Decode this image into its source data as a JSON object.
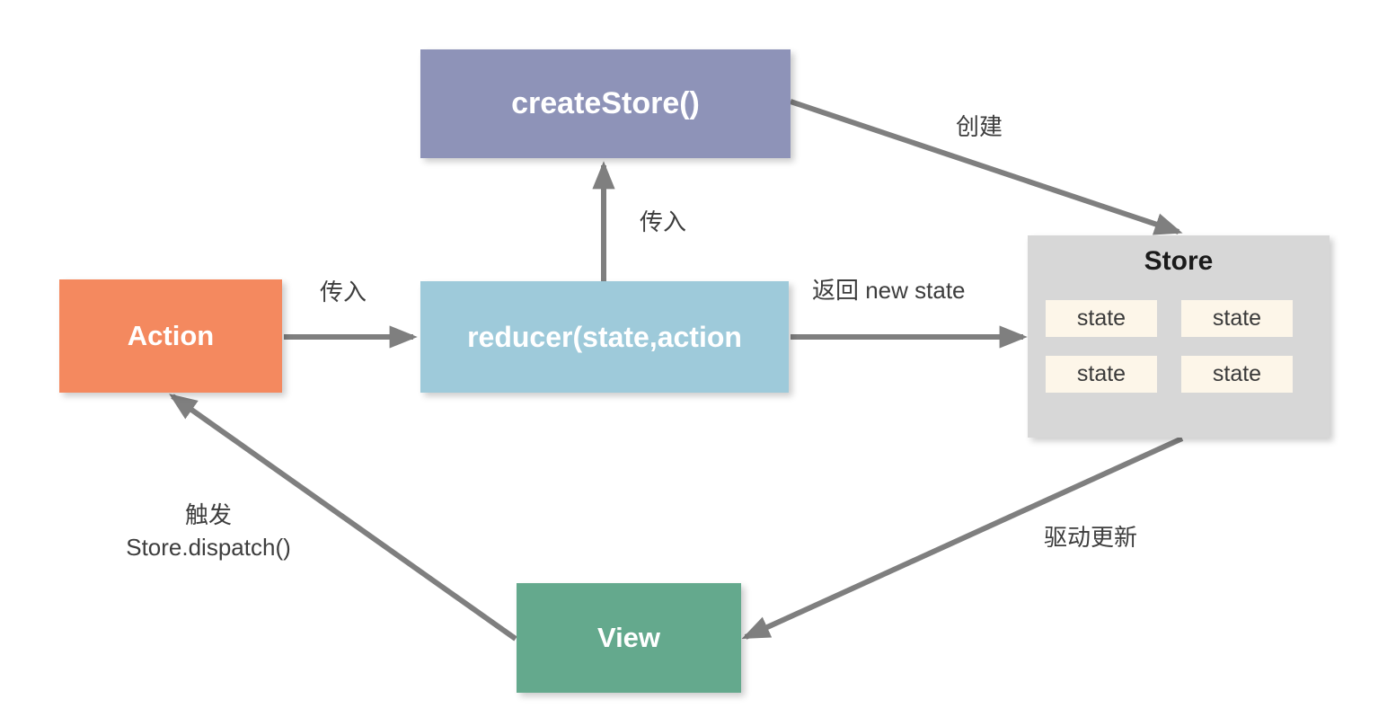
{
  "diagram": {
    "title": "Redux data flow diagram",
    "watermark": "",
    "colors": {
      "create_store": "#8e93b8",
      "action": "#f4895f",
      "reducer": "#9ecada",
      "view": "#64a98d",
      "store": "#d7d7d7",
      "state_chip": "#fdf6e9",
      "arrow": "#7f7f7f",
      "background": "#ffffff",
      "node_text": "#ffffff",
      "label_text": "#3d3d3d"
    },
    "nodes": {
      "create_store": {
        "label": "createStore()"
      },
      "action": {
        "label": "Action"
      },
      "reducer": {
        "label": "reducer(state,action"
      },
      "view": {
        "label": "View"
      },
      "store": {
        "title": "Store",
        "states": [
          "state",
          "state",
          "state",
          "state"
        ]
      }
    },
    "edges": {
      "action_to_reducer": {
        "label": "传入"
      },
      "reducer_to_create_store": {
        "label": "传入"
      },
      "reducer_to_store": {
        "label": "返回 new state"
      },
      "create_store_to_store": {
        "label": "创建"
      },
      "store_to_view": {
        "label": "驱动更新"
      },
      "view_to_action": {
        "label_line1": "触发",
        "label_line2": "Store.dispatch()"
      }
    }
  }
}
